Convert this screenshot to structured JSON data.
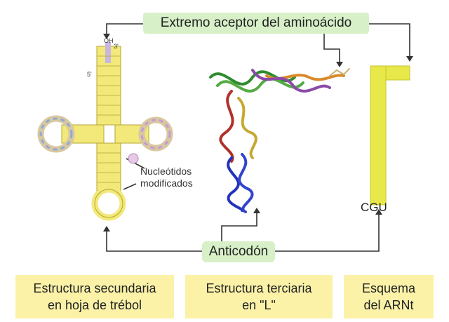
{
  "labels": {
    "acceptor_end": "Extremo aceptor del aminoácido",
    "anticodon": "Anticodón",
    "modified_nucleotides_line1": "Nucleótidos",
    "modified_nucleotides_line2": "modificados",
    "codon": "CGU",
    "oh": "OH",
    "three_prime": "3'",
    "five_prime": "5'"
  },
  "panels": [
    {
      "line1": "Estructura secundaria",
      "line2": "en hoja de trébol"
    },
    {
      "line1": "Estructura terciaria",
      "line2": "en \"L\""
    },
    {
      "line1": "Esquema",
      "line2": "del ARNt"
    }
  ],
  "colors": {
    "label_bg": "#d7f0c8",
    "panel_bg": "#fbf2a8",
    "trna_yellow": "#e8e84a",
    "helix_blue": "#2233bb",
    "helix_green": "#2e8b2e",
    "helix_red": "#b0322a",
    "helix_purple": "#8a4aa8",
    "helix_orange": "#d98a2a"
  }
}
